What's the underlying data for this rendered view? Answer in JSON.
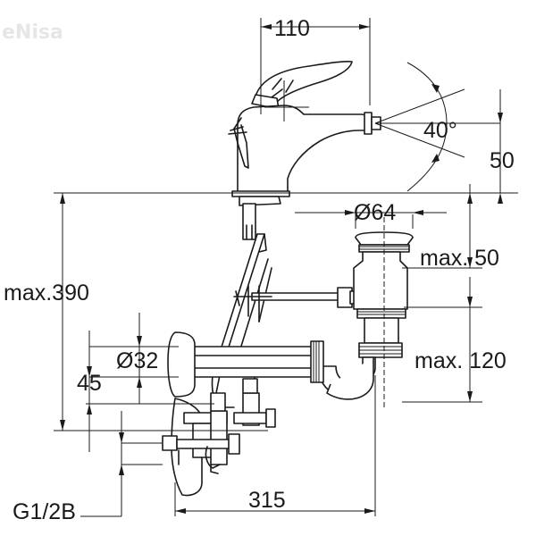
{
  "watermark": "eNisa",
  "dimensions": {
    "top_width": "110",
    "spout_angle": "40°",
    "spout_height": "50",
    "waste_diameter": "Ø64",
    "waste_height": "max. 50",
    "total_height": "max.390",
    "pipe_diameter": "Ø32",
    "side_offset": "45",
    "trap_height": "max. 120",
    "total_depth": "315",
    "thread": "G1/2B"
  }
}
